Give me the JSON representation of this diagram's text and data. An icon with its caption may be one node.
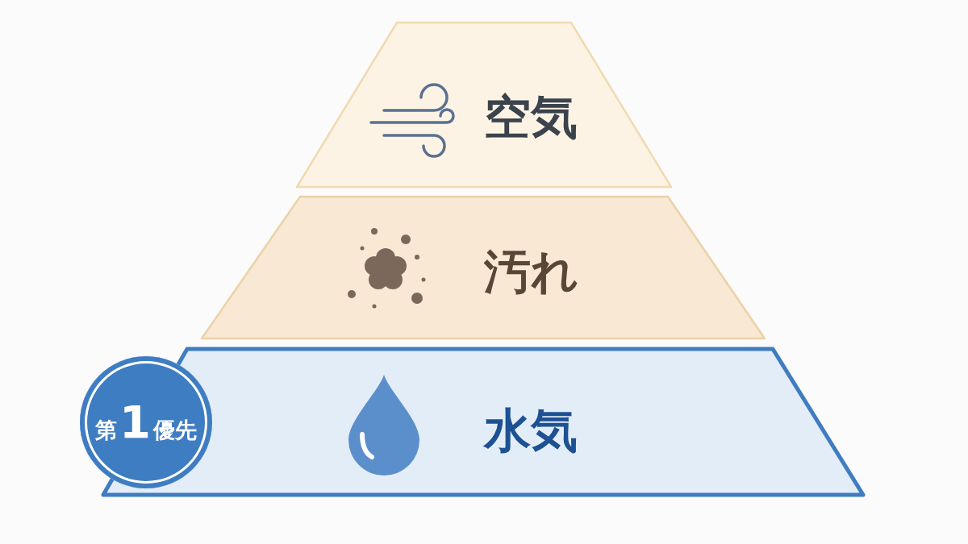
{
  "diagram": {
    "nodes": [
      {
        "text": [
          "空気"
        ]
      },
      {
        "text": [
          "汚れ"
        ]
      },
      {
        "text": [
          "第1優先"
        ]
      },
      {
        "text": [
          "水気"
        ]
      }
    ]
  }
}
